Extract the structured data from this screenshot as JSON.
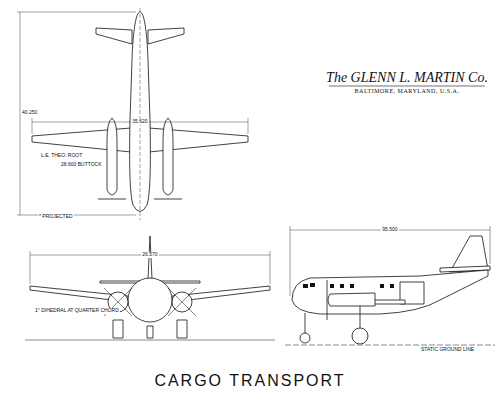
{
  "diagram": {
    "title": "CARGO TRANSPORT",
    "labels": [
      "The GLENN L. MARTIN Co.",
      "BALTIMORE, MARYLAND, U.S.A.",
      "* PROJECTED",
      "L.E. THEO. ROOT",
      "28.600 BUTTOCK",
      "1° DIHEDRAL AT QUARTER CHORD",
      "STATIC GROUND LINE",
      "95.500",
      "40.250",
      "26.570",
      "35.620"
    ]
  }
}
